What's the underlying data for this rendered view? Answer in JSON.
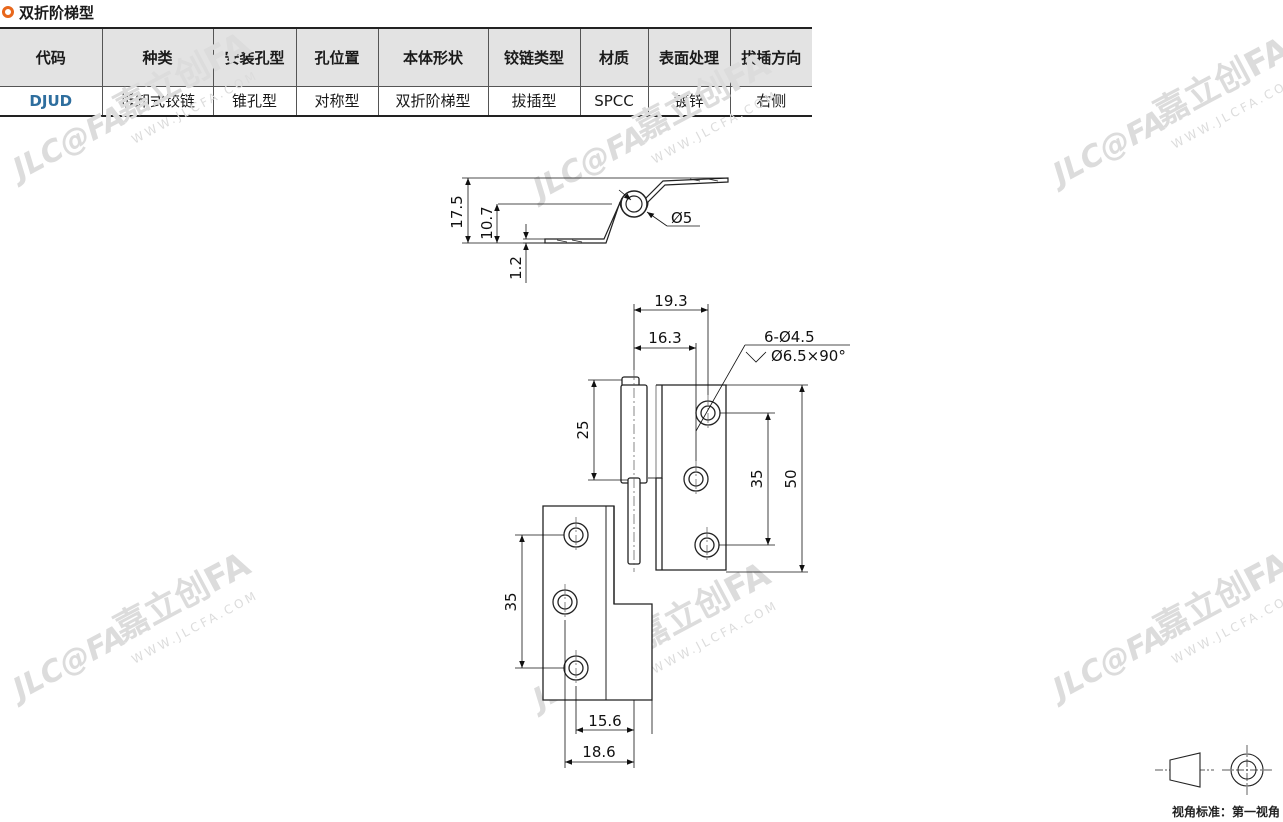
{
  "title": "双折阶梯型",
  "table": {
    "headers": [
      "代码",
      "种类",
      "安装孔型",
      "孔位置",
      "本体形状",
      "铰链类型",
      "材质",
      "表面处理",
      "拔插方向"
    ],
    "row": [
      "DJUD",
      "拆卸式铰链",
      "锥孔型",
      "对称型",
      "双折阶梯型",
      "拔插型",
      "SPCC",
      "镀锌",
      "右侧"
    ]
  },
  "dimensions": {
    "side_height": "17.5",
    "side_step": "10.7",
    "thickness": "1.2",
    "pin_dia": "Ø5",
    "width_outer": "19.3",
    "width_inner": "16.3",
    "hole_spec": "6-Ø4.5",
    "countersink": "Ø6.5×90°",
    "pin_length": "25",
    "hole_pitch_right": "35",
    "height_right": "50",
    "hole_pitch_left": "35",
    "bottom_inner": "15.6",
    "bottom_outer": "18.6"
  },
  "watermark": {
    "logo": "JLC@FA",
    "brand": "嘉立创FA",
    "url": "WWW.JLCFA.COM"
  },
  "view_standard": "视角标准：第一视角"
}
